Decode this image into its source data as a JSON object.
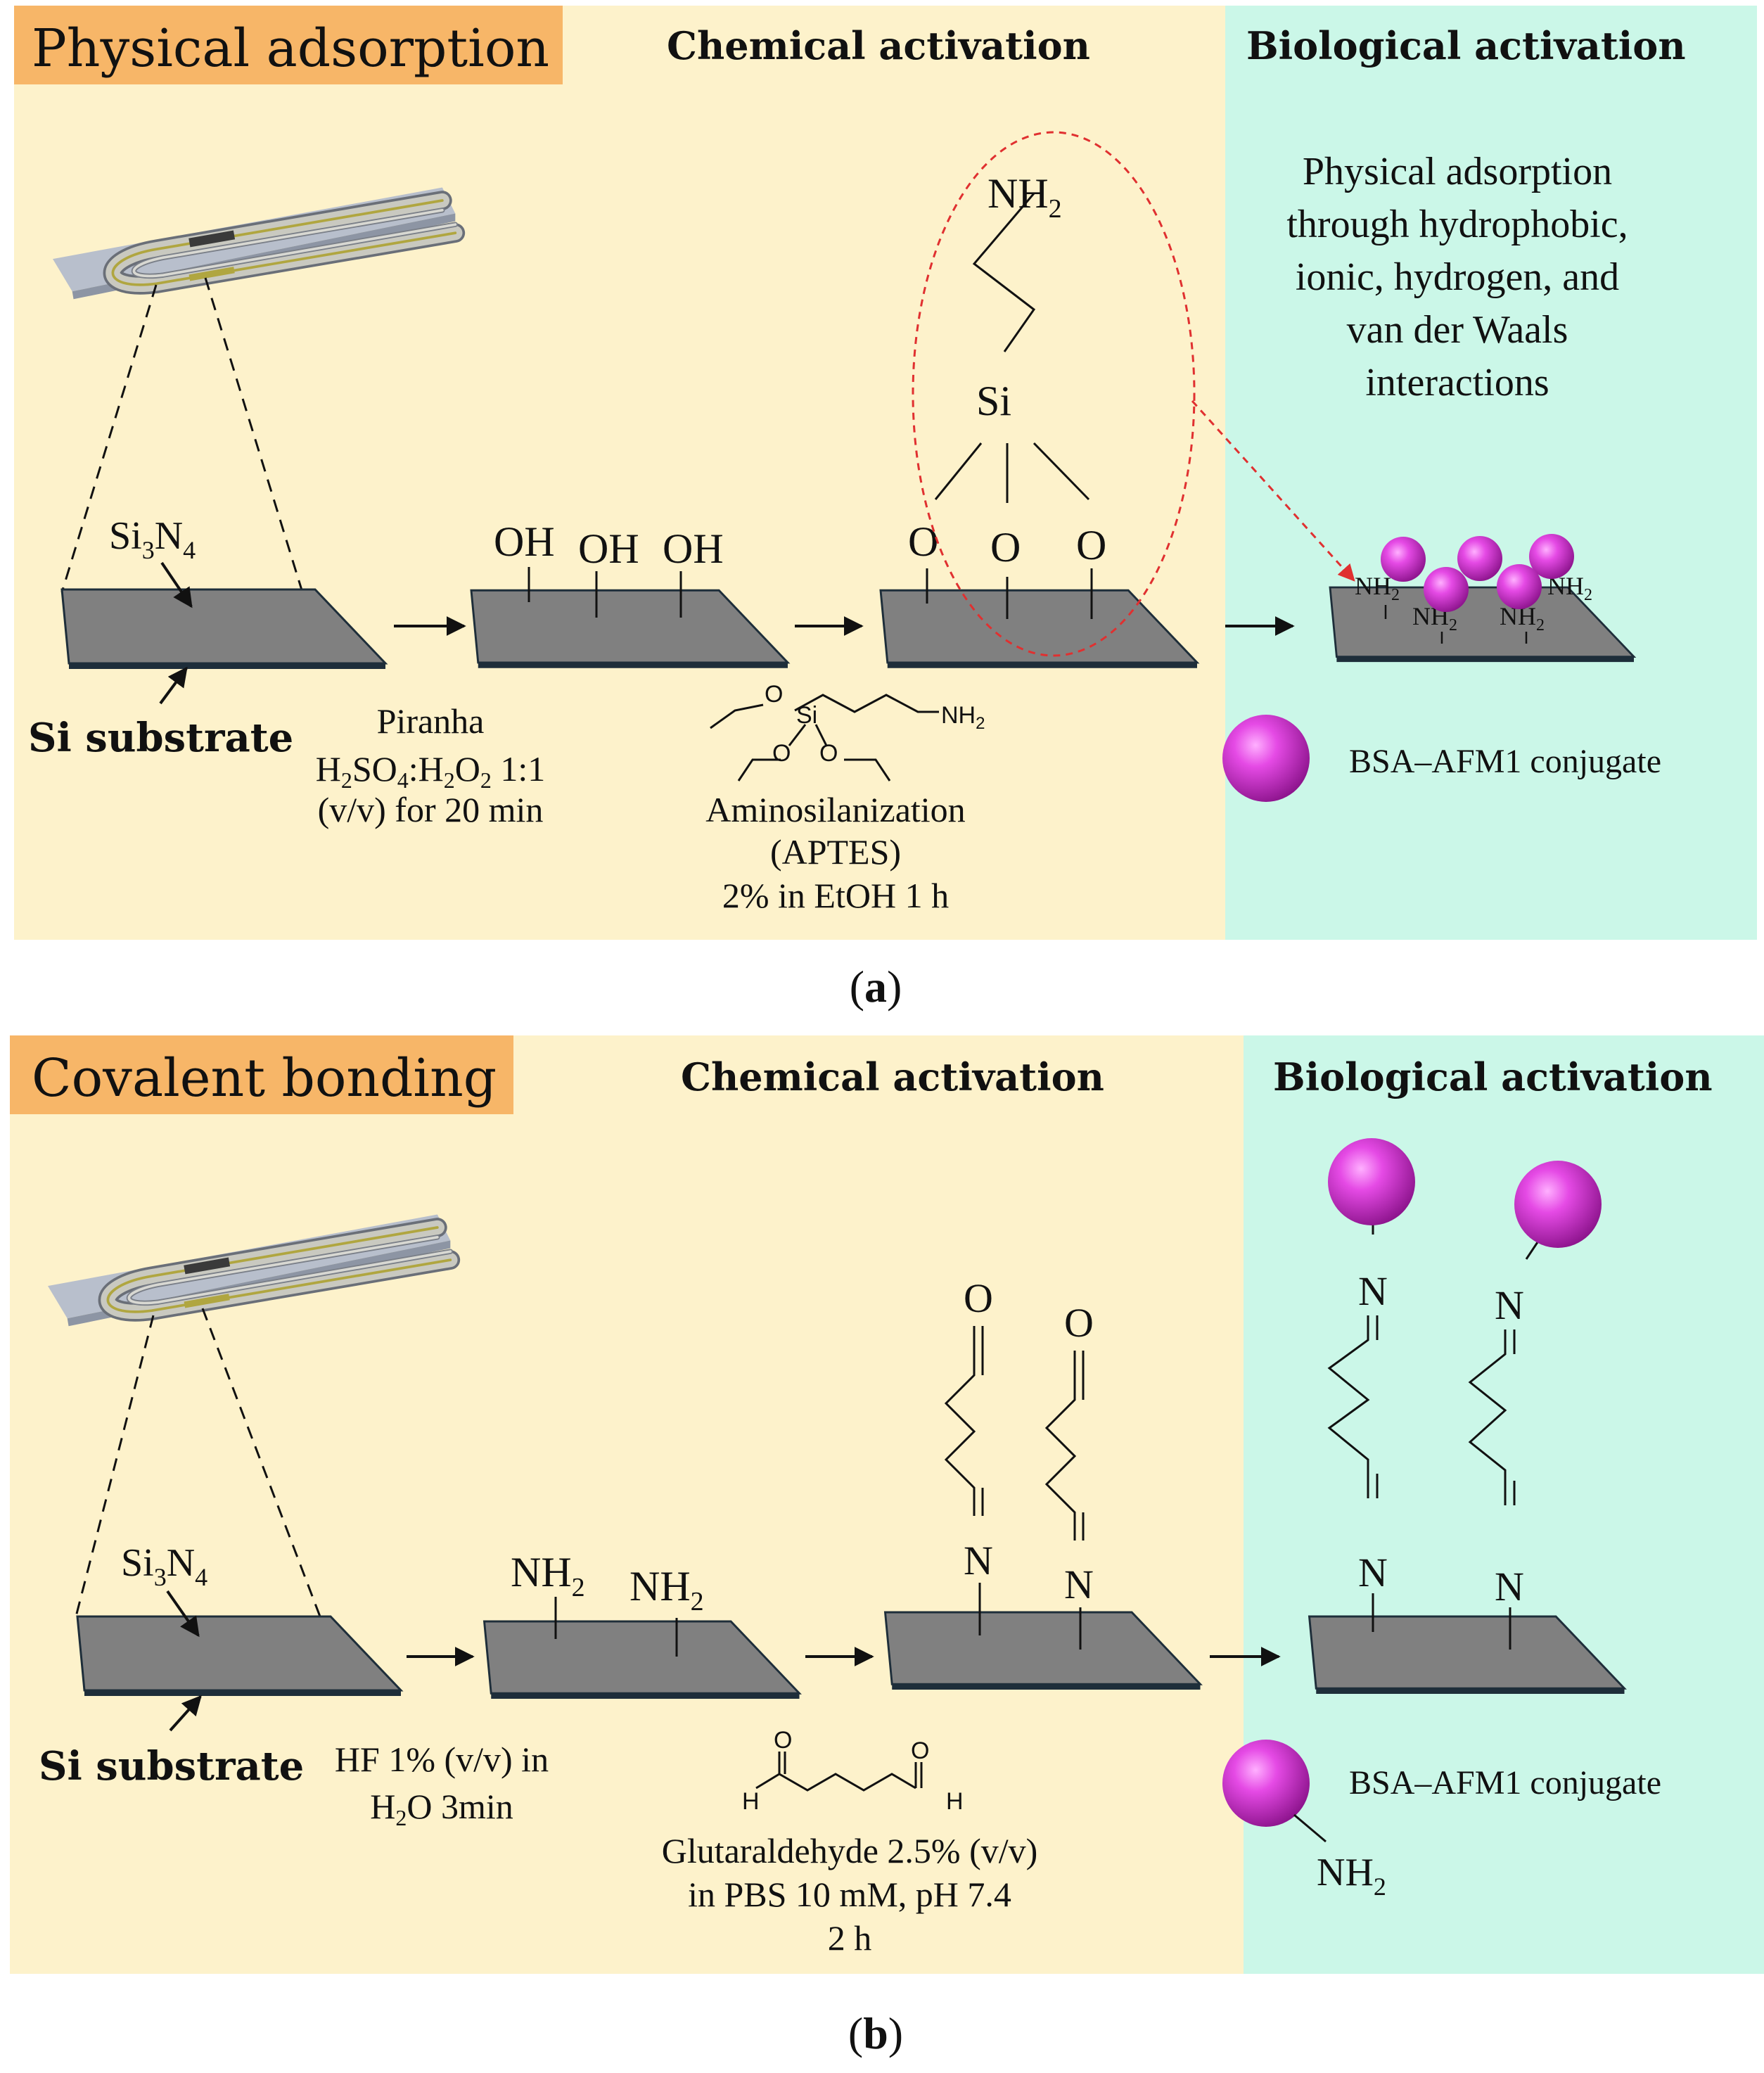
{
  "colors": {
    "cream": "#fdf2cb",
    "mint": "#cbf7e8",
    "badge": "#f7b668",
    "substrate": "#808080",
    "substrate_edge": "#1e2e3a",
    "bead": "#e040e0",
    "dash_red": "#e03030"
  },
  "panel_a": {
    "badge": "Physical adsorption",
    "chemical_header": "Chemical activation",
    "biological_header": "Biological activation",
    "adsorption_text": [
      "Physical adsorption",
      "through hydrophobic,",
      "ionic, hydrogen, and",
      "van der Waals",
      "interactions"
    ],
    "si3n4": {
      "a": "Si",
      "b": "3",
      "c": "N",
      "d": "4"
    },
    "si_substrate": "Si substrate",
    "oh": "OH",
    "o": "O",
    "si": "Si",
    "nh": "NH",
    "sub2": "2",
    "piranha": [
      "Piranha",
      "(v/v) for 20 min"
    ],
    "h2so4": {
      "a": "H",
      "b": "2",
      "c": "SO",
      "d": "4",
      "e": ":H",
      "f": "2",
      "g": "O",
      "h": "2",
      "i": " 1:1"
    },
    "aptes_struct": {
      "o": "O",
      "si": "Si",
      "nh2": "NH",
      "two": "2"
    },
    "aptes": [
      "Aminosilanization",
      "(APTES)",
      "2% in EtOH 1 h"
    ],
    "bsa": "BSA–AFM1 conjugate",
    "label": {
      "open": "(",
      "letter": "a",
      "close": ")"
    }
  },
  "panel_b": {
    "badge": "Covalent bonding",
    "chemical_header": "Chemical activation",
    "biological_header": "Biological activation",
    "si3n4": {
      "a": "Si",
      "b": "3",
      "c": "N",
      "d": "4"
    },
    "si_substrate": "Si substrate",
    "hf": {
      "line1": "HF 1% (v/v) in",
      "h": "H",
      "two": "2",
      "rest": "O 3min"
    },
    "nh": "NH",
    "sub2": "2",
    "n": "N",
    "o": "O",
    "eq": "=",
    "glut_struct": {
      "o": "O",
      "h": "H"
    },
    "glut": [
      "Glutaraldehyde 2.5% (v/v)",
      "in PBS 10 mM, pH 7.4",
      "2 h"
    ],
    "bsa": "BSA–AFM1 conjugate",
    "label": {
      "open": "(",
      "letter": "b",
      "close": ")"
    }
  }
}
